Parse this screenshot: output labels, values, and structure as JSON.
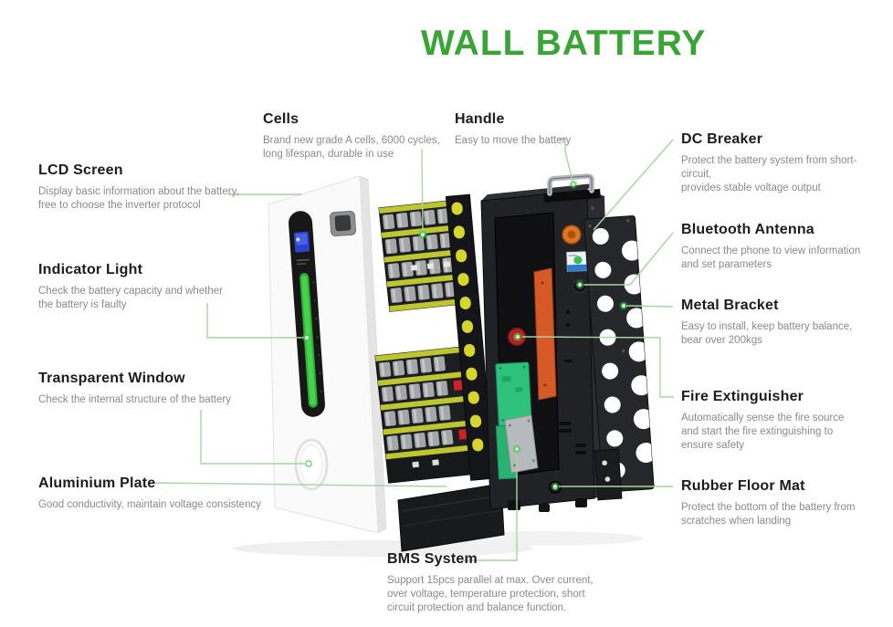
{
  "title": "WALL BATTERY",
  "colors": {
    "accent": "#3aa537",
    "heading": "#1c1c1c",
    "description": "#8a8a8a",
    "callout-line": "#a9d4a3",
    "callout-dot": "#41c852",
    "led-green": "#38cf46",
    "cell-yellow": "#bdc62e",
    "terminal-red": "#c8242b",
    "pcb-green": "#2ec17c"
  },
  "callouts": {
    "cells": {
      "heading": "Cells",
      "description": "Brand new grade A cells, 6000 cycles,\nlong lifespan, durable in use"
    },
    "handle": {
      "heading": "Handle",
      "description": "Easy to move the battery"
    },
    "lcd_screen": {
      "heading": "LCD Screen",
      "description": "Display basic information about the battery,\nfree to choose the inverter protocol"
    },
    "indicator_light": {
      "heading": "Indicator Light",
      "description": "Check the battery capacity and whether\nthe battery is faulty"
    },
    "transparent_window": {
      "heading": "Transparent Window",
      "description": "Check the internal structure of the battery"
    },
    "aluminium_plate": {
      "heading": "Aluminium Plate",
      "description": "Good conductivity, maintain voltage consistency"
    },
    "dc_breaker": {
      "heading": "DC Breaker",
      "description": "Protect the battery system from short-circuit,\nprovides stable voltage output"
    },
    "bluetooth_antenna": {
      "heading": "Bluetooth Antenna",
      "description": "Connect the phone to view information\nand set parameters"
    },
    "metal_bracket": {
      "heading": "Metal Bracket",
      "description": "Easy to install, keep battery balance,\nbear over 200kgs"
    },
    "fire_extinguisher": {
      "heading": "Fire Extinguisher",
      "description": "Automatically sense the fire source\nand start the fire extinguishing to\nensure safety"
    },
    "rubber_floor_mat": {
      "heading": "Rubber Floor Mat",
      "description": "Protect the bottom of the battery from\nscratches when landing"
    },
    "bms_system": {
      "heading": "BMS System",
      "description": "Support 15pcs parallel at max. Over current,\nover voltage, temperature protection, short\ncircuit protection and balance function."
    }
  }
}
